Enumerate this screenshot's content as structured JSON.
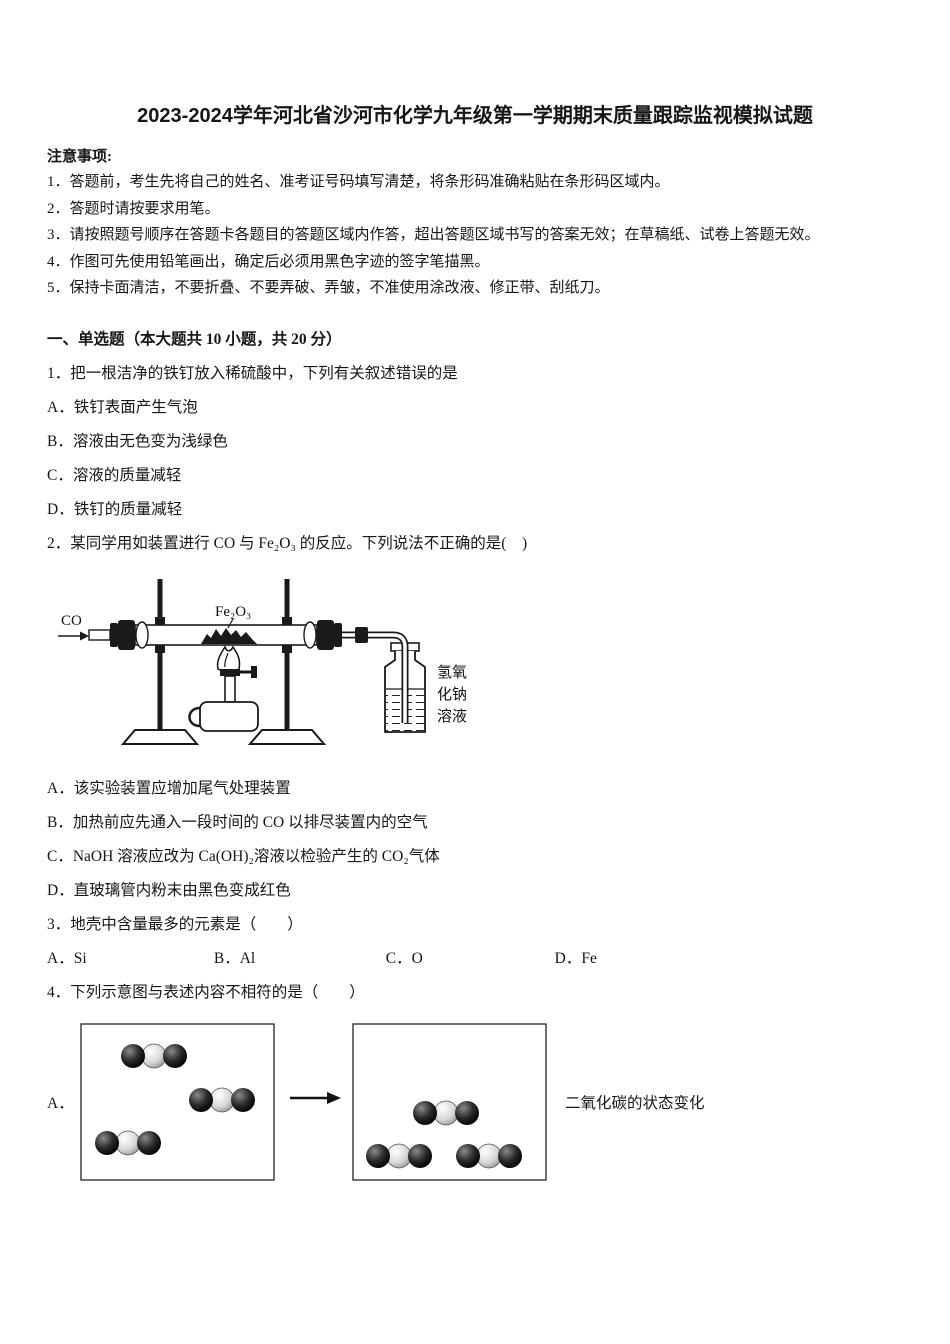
{
  "title": "2023-2024学年河北省沙河市化学九年级第一学期期末质量跟踪监视模拟试题",
  "notice": {
    "heading": "注意事项:",
    "items": [
      "1．答题前，考生先将自己的姓名、准考证号码填写清楚，将条形码准确粘贴在条形码区域内。",
      "2．答题时请按要求用笔。",
      "3．请按照题号顺序在答题卡各题目的答题区域内作答，超出答题区域书写的答案无效；在草稿纸、试卷上答题无效。",
      "4．作图可先使用铅笔画出，确定后必须用黑色字迹的签字笔描黑。",
      "5．保持卡面清洁，不要折叠、不要弄破、弄皱，不准使用涂改液、修正带、刮纸刀。"
    ]
  },
  "section": {
    "heading": "一、单选题（本大题共 10 小题，共 20 分）"
  },
  "q1": {
    "stem": "1．把一根洁净的铁钉放入稀硫酸中，下列有关叙述错误的是",
    "options": [
      "A．铁钉表面产生气泡",
      "B．溶液由无色变为浅绿色",
      "C．溶液的质量减轻",
      "D．铁钉的质量减轻"
    ]
  },
  "q2": {
    "stem": "2．某同学用如装置进行 CO 与 Fe₂O₃ 的反应。下列说法不正确的是(　)",
    "diagram": {
      "co_label": "CO",
      "fe2o3_label": "Fe₂O₃",
      "naoh_line1": "氢氧",
      "naoh_line2": "化钠",
      "naoh_line3": "溶液"
    },
    "options": [
      "A．该实验装置应增加尾气处理装置",
      "B．加热前应先通入一段时间的 CO 以排尽装置内的空气",
      "C．NaOH 溶液应改为 Ca(OH)₂溶液以检验产生的 CO₂气体",
      "D．直玻璃管内粉末由黑色变成红色"
    ]
  },
  "q3": {
    "stem": "3．地壳中含量最多的元素是（　　）",
    "options": [
      "A．Si",
      "B．Al",
      "C．O",
      "D．Fe"
    ]
  },
  "q4": {
    "stem": "4．下列示意图与表述内容不相符的是（　　）",
    "option_a_label": "A．",
    "caption": "二氧化碳的状态变化"
  }
}
